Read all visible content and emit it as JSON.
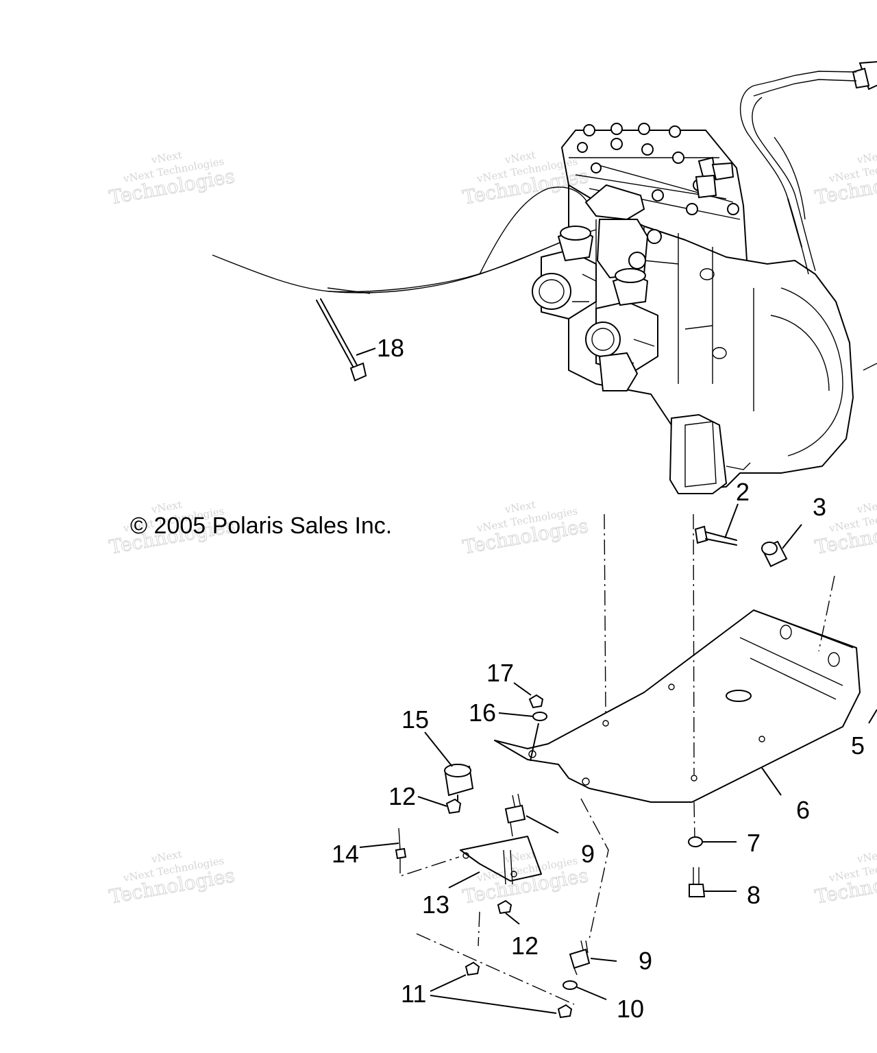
{
  "copyright": "© 2005 Polaris Sales Inc.",
  "watermark": {
    "line1": "vNext",
    "line2": "vNext Technologies",
    "line3": "Technologies"
  },
  "callouts": {
    "c2": "2",
    "c3": "3",
    "c5": "5",
    "c6": "6",
    "c7": "7",
    "c8": "8",
    "c9a": "9",
    "c9b": "9",
    "c10": "10",
    "c11": "11",
    "c12a": "12",
    "c12b": "12",
    "c13": "13",
    "c14": "14",
    "c15": "15",
    "c16": "16",
    "c17": "17",
    "c18": "18"
  },
  "colors": {
    "ink": "#000000",
    "watermark": "#c8c8c8",
    "background": "#ffffff"
  }
}
